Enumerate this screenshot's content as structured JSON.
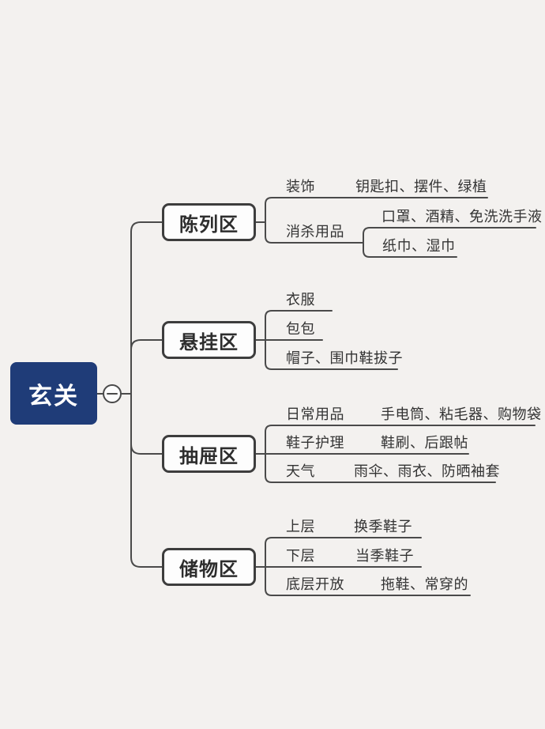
{
  "canvas": {
    "background_color": "#f3f1ef",
    "line_color": "#4a4a4a",
    "branch_border_color": "#3d3d3d",
    "branch_fill_color": "#fdfdfd",
    "root_fill_color": "#1f3c78",
    "text_color": "#333333"
  },
  "root": {
    "label": "玄关"
  },
  "collapse_button": {
    "symbol": "minus"
  },
  "branches": [
    {
      "label": "陈列区",
      "children": [
        {
          "label": "装饰",
          "children": [
            {
              "label": "钥匙扣、摆件、绿植"
            }
          ]
        },
        {
          "label": "消杀用品",
          "children": [
            {
              "label": "口罩、酒精、免洗洗手液"
            },
            {
              "label": "纸巾、湿巾"
            }
          ]
        }
      ]
    },
    {
      "label": "悬挂区",
      "children": [
        {
          "label": "衣服"
        },
        {
          "label": "包包"
        },
        {
          "label": "帽子、围巾鞋拔子"
        }
      ]
    },
    {
      "label": "抽屉区",
      "children": [
        {
          "label": "日常用品",
          "children": [
            {
              "label": "手电筒、粘毛器、购物袋"
            }
          ]
        },
        {
          "label": "鞋子护理",
          "children": [
            {
              "label": "鞋刷、后跟帖"
            }
          ]
        },
        {
          "label": "天气",
          "children": [
            {
              "label": "雨伞、雨衣、防晒袖套"
            }
          ]
        }
      ]
    },
    {
      "label": "储物区",
      "children": [
        {
          "label": "上层",
          "children": [
            {
              "label": "换季鞋子"
            }
          ]
        },
        {
          "label": "下层",
          "children": [
            {
              "label": "当季鞋子"
            }
          ]
        },
        {
          "label": "底层开放",
          "children": [
            {
              "label": "拖鞋、常穿的"
            }
          ]
        }
      ]
    }
  ]
}
